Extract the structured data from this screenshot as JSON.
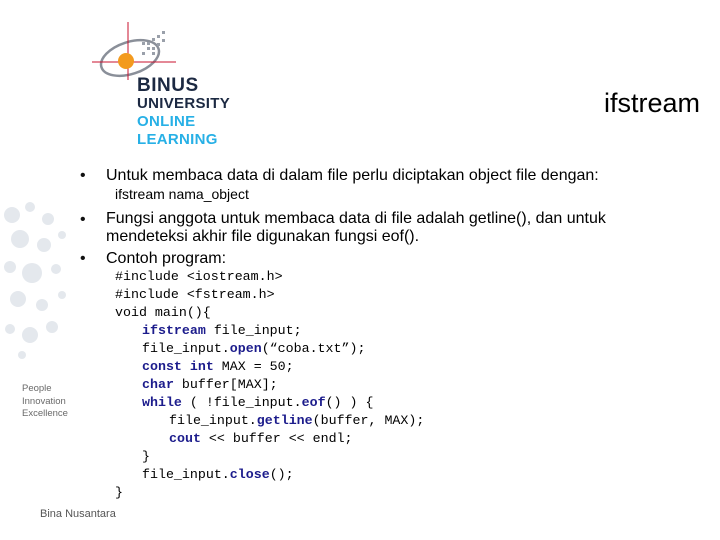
{
  "slide": {
    "title": "ifstream",
    "logo": {
      "line1": "BINUS",
      "line2": "UNIVERSITY",
      "line3": "ONLINE",
      "line4": "LEARNING"
    },
    "tagline": [
      "People",
      "Innovation",
      "Excellence"
    ],
    "footer": "Bina Nusantara",
    "bullets": [
      "Untuk membaca data di dalam file perlu diciptakan object file dengan:",
      "Fungsi anggota untuk membaca data di file adalah getline(), dan untuk",
      "mendeteksi akhir file digunakan fungsi eof().",
      "Contoh program:"
    ],
    "sub_item": "ifstream nama_object"
  },
  "code": [
    {
      "segments": [
        {
          "t": "#include <iostream.h>",
          "k": 0
        }
      ]
    },
    {
      "segments": [
        {
          "t": "#include <fstream.h>",
          "k": 0
        }
      ]
    },
    {
      "segments": [
        {
          "t": "void main(){",
          "k": 0
        }
      ]
    },
    {
      "segments": [
        {
          "t": "ifstream",
          "k": 1
        },
        {
          "t": " file_input;",
          "k": 0
        }
      ]
    },
    {
      "segments": [
        {
          "t": "file_input.",
          "k": 0
        },
        {
          "t": "open",
          "k": 1
        },
        {
          "t": "(“coba.txt”);",
          "k": 0
        }
      ]
    },
    {
      "segments": [
        {
          "t": "const int",
          "k": 1
        },
        {
          "t": " MAX = 50;",
          "k": 0
        }
      ]
    },
    {
      "segments": [
        {
          "t": "char",
          "k": 1
        },
        {
          "t": " buffer[MAX];",
          "k": 0
        }
      ]
    },
    {
      "segments": [
        {
          "t": "while",
          "k": 1
        },
        {
          "t": " ( !file_input.",
          "k": 0
        },
        {
          "t": "eof",
          "k": 1
        },
        {
          "t": "() ) {",
          "k": 0
        }
      ]
    },
    {
      "segments": [
        {
          "t": "file_input.",
          "k": 0
        },
        {
          "t": "getline",
          "k": 1
        },
        {
          "t": "(buffer, MAX);",
          "k": 0
        }
      ]
    },
    {
      "segments": [
        {
          "t": "cout",
          "k": 1
        },
        {
          "t": " << buffer << endl;",
          "k": 0
        }
      ]
    },
    {
      "segments": [
        {
          "t": "}",
          "k": 0
        }
      ]
    },
    {
      "segments": [
        {
          "t": "file_input.",
          "k": 0
        },
        {
          "t": "close",
          "k": 1
        },
        {
          "t": "();",
          "k": 0
        }
      ]
    },
    {
      "segments": [
        {
          "t": "}",
          "k": 0
        }
      ]
    }
  ],
  "colors": {
    "brand_navy": "#1c2942",
    "brand_blue": "#27b0e6",
    "brand_orange": "#f39a1f",
    "logo_red": "#c8102e",
    "keyword": "#1c1c8c"
  },
  "icons": [
    "binus-logo-mark",
    "dot-pattern"
  ]
}
